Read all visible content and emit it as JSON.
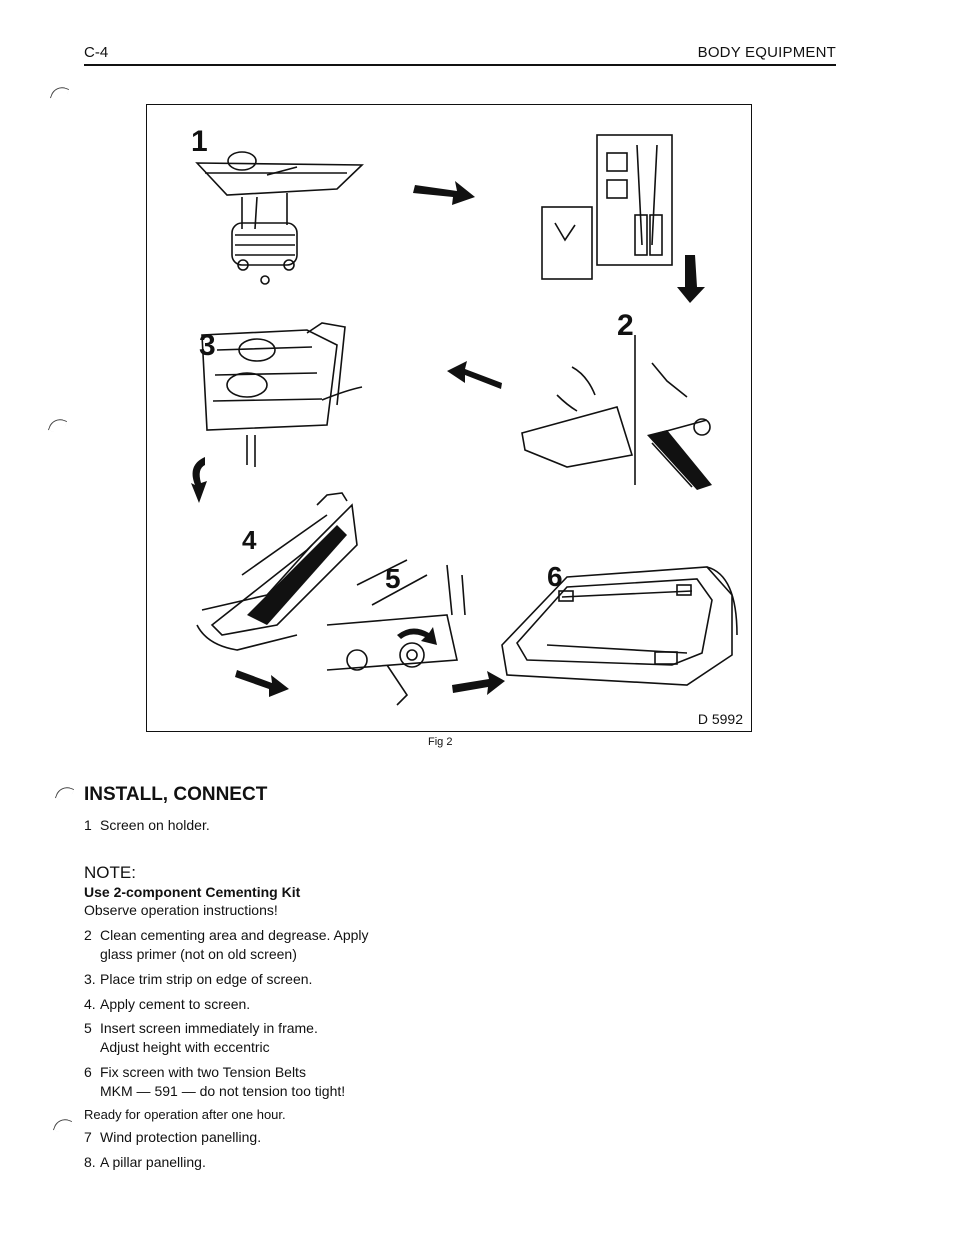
{
  "header": {
    "left": "C-4",
    "right": "BODY EQUIPMENT"
  },
  "figure": {
    "steps": [
      "1",
      "2",
      "3",
      "4",
      "5",
      "6"
    ],
    "id": "D 5992",
    "caption": "Fig 2"
  },
  "section": {
    "title": "INSTALL, CONNECT",
    "step1": {
      "num": "1",
      "text": "Screen on holder."
    },
    "note_label": "NOTE:",
    "note_kit": "Use 2-component Cementing Kit",
    "note_observe": "Observe operation instructions!",
    "step2": {
      "num": "2",
      "text": "Clean cementing area and degrease. Apply",
      "cont": "glass primer (not on old screen)"
    },
    "step3": {
      "num": "3.",
      "text": "Place trim strip on edge of screen."
    },
    "step4": {
      "num": "4.",
      "text": "Apply cement to screen."
    },
    "step5": {
      "num": "5",
      "text": "Insert screen immediately in frame.",
      "cont": "Adjust height with eccentric"
    },
    "step6": {
      "num": "6",
      "text": "Fix screen with two Tension Belts",
      "cont": "MKM — 591 — do not tension too tight!"
    },
    "ready": "Ready for operation after one hour.",
    "step7": {
      "num": "7",
      "text": "Wind protection panelling."
    },
    "step8": {
      "num": "8.",
      "text": "A pillar panelling."
    }
  }
}
